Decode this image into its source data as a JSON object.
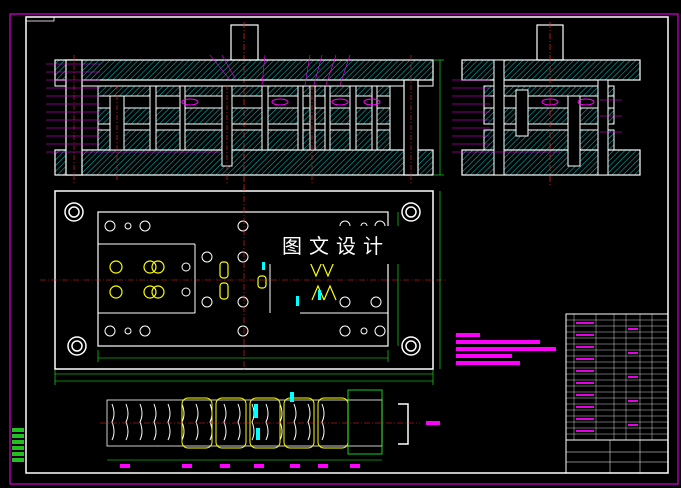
{
  "watermark": "图文设计",
  "colors": {
    "background": "#000000",
    "outline": "#ffffff",
    "frame": "#ff00ff",
    "hatch": "#00c8c8",
    "centerline": "#ff2020",
    "dimension": "#20ff20",
    "yellow": "#ffff00",
    "magenta": "#ff00ff"
  },
  "views": {
    "front": "front-section-view",
    "side": "side-section-view",
    "plan": "lower-die-plan-view",
    "strip": "strip-layout-view",
    "table": "title-block-and-parts-list"
  }
}
